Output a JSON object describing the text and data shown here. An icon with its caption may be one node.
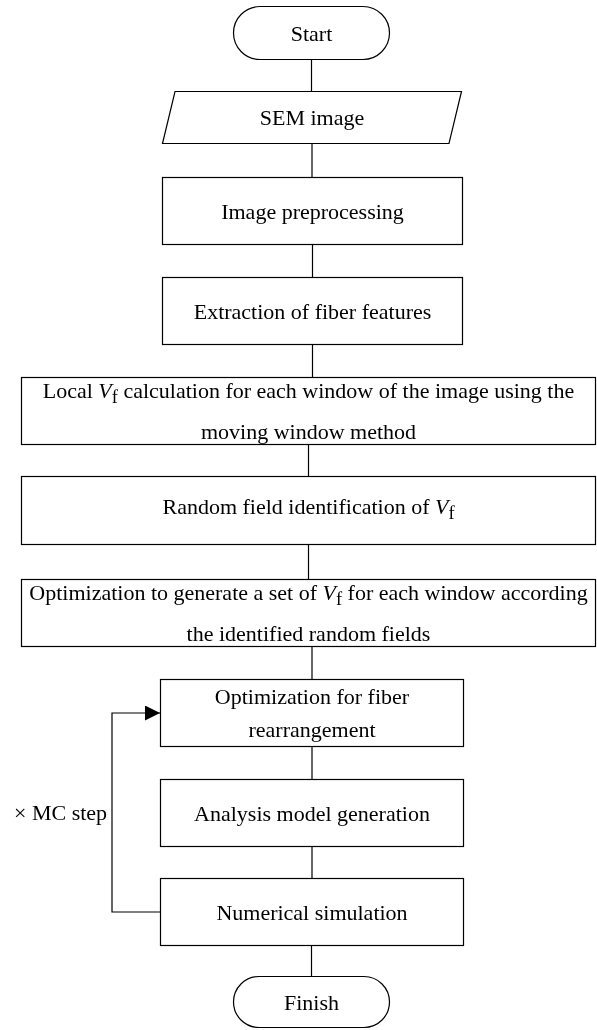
{
  "diagram": {
    "nodes": [
      {
        "text": [
          "Start"
        ]
      },
      {
        "text": [
          "SEM image"
        ]
      },
      {
        "text": [
          "Image preprocessing"
        ]
      },
      {
        "text": [
          "Extraction of fiber features"
        ]
      },
      {
        "text": [
          "Local *V*$_{f}$ calculation for each window of the image using the moving window method"
        ]
      },
      {
        "text": [
          "Random field identification of *V*$_{f}$"
        ]
      },
      {
        "text": [
          "Optimization to generate a set of *V*$_{f}$ for each window according the identified random fields"
        ]
      },
      {
        "text": [
          "Optimization for fiber rearrangement"
        ]
      },
      {
        "text": [
          "Analysis model generation"
        ]
      },
      {
        "text": [
          "Numerical simulation"
        ]
      },
      {
        "text": [
          "Finish"
        ]
      }
    ],
    "edges": [
      {
        "from": 0,
        "to": 1,
        "arrow": "none"
      },
      {
        "from": 1,
        "to": 2,
        "arrow": "none"
      },
      {
        "from": 2,
        "to": 3,
        "arrow": "none"
      },
      {
        "from": 3,
        "to": 4,
        "arrow": "none"
      },
      {
        "from": 4,
        "to": 5,
        "arrow": "none"
      },
      {
        "from": 5,
        "to": 6,
        "arrow": "none"
      },
      {
        "from": 6,
        "to": 7,
        "arrow": "none"
      },
      {
        "from": 7,
        "to": 8,
        "arrow": "none"
      },
      {
        "from": 8,
        "to": 9,
        "arrow": "none"
      },
      {
        "from": 9,
        "to": 10,
        "arrow": "none"
      },
      {
        "from": 9,
        "to": 7,
        "arrow": "to",
        "label": "× MC step"
      }
    ]
  }
}
